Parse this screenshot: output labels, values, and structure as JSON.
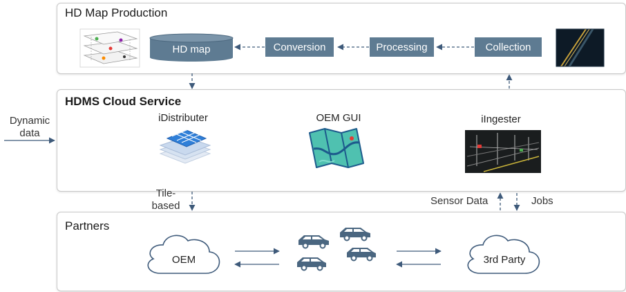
{
  "production": {
    "title": "HD Map Production",
    "hd_map": "HD map",
    "conversion": "Conversion",
    "processing": "Processing",
    "collection": "Collection"
  },
  "cloud": {
    "title": "HDMS Cloud Service",
    "distributer": "iDistributer",
    "oem_gui": "OEM GUI",
    "ingester": "iIngester"
  },
  "partners": {
    "title": "Partners",
    "oem": "OEM",
    "third_party": "3rd Party"
  },
  "labels": {
    "dynamic_data_1": "Dynamic",
    "dynamic_data_2": "data",
    "tile_based_1": "Tile-",
    "tile_based_2": "based",
    "sensor_data": "Sensor Data",
    "jobs": "Jobs"
  },
  "colors": {
    "box": "#5e7b92",
    "arrow": "#3e5a7a"
  }
}
